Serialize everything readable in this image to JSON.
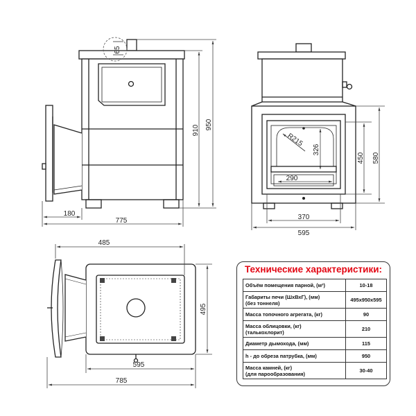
{
  "dimensions": {
    "side_height_total": "950",
    "side_height_body": "910",
    "chimney_offset": "65",
    "side_tunnel": "180",
    "side_depth": "775",
    "front_width": "595",
    "front_door_width": "370",
    "front_height_580": "580",
    "front_height_450": "450",
    "glass_height": "326",
    "glass_width": "290",
    "arc_radius": "R215",
    "top_tunnel_depth": "485",
    "top_width": "495",
    "top_depth_595": "595",
    "top_overall": "785"
  },
  "specs": {
    "title": "Технические характеристики:",
    "rows": [
      {
        "label": "Объём помещения парной, (м³)",
        "value": "10-18"
      },
      {
        "label": "Габариты печи (ШхВхГ), (мм)\n(без тоннеля)",
        "value": "495х950х595"
      },
      {
        "label": "Масса топочного агрегата, (кг)",
        "value": "90"
      },
      {
        "label": "Масса облицовки, (кг)\n(талькохлорит)",
        "value": "210"
      },
      {
        "label": "Диаметр дымохода, (мм)",
        "value": "115"
      },
      {
        "label": "h - до обреза патрубка, (мм)",
        "value": "950"
      },
      {
        "label": "Масса камней, (кг)\n(для парообразования)",
        "value": "30-40"
      }
    ]
  }
}
